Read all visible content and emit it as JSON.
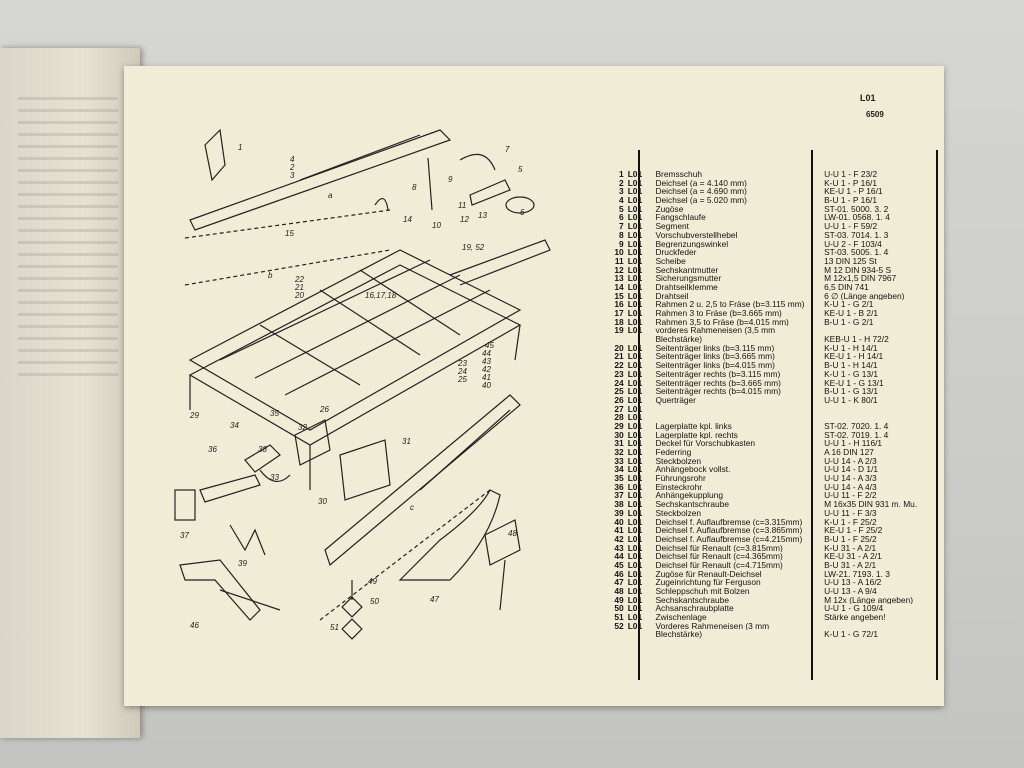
{
  "header": {
    "code": "L01",
    "page_number": "6509"
  },
  "parts": [
    {
      "num": "1",
      "code": "L01",
      "name": "Bremsschuh",
      "ref": "U-U 1 - F 23/2"
    },
    {
      "num": "2",
      "code": "L01",
      "name": "Deichsel          (a = 4.140 mm)",
      "ref": "K-U 1 - P 16/1"
    },
    {
      "num": "3",
      "code": "L01",
      "name": "Deichsel          (a = 4.690 mm)",
      "ref": "KE-U 1 - P 16/1"
    },
    {
      "num": "4",
      "code": "L01",
      "name": "Deichsel          (a = 5.020 mm)",
      "ref": "B-U 1 - P 16/1"
    },
    {
      "num": "5",
      "code": "L01",
      "name": "Zugöse",
      "ref": "ST-01. 5000. 3. 2"
    },
    {
      "num": "6",
      "code": "L01",
      "name": "Fangschlaufe",
      "ref": "LW-01. 0568. 1. 4"
    },
    {
      "num": "7",
      "code": "L01",
      "name": "Segment",
      "ref": "U-U 1 - F 59/2"
    },
    {
      "num": "8",
      "code": "L01",
      "name": "Vorschubverstellhebel",
      "ref": "ST-03. 7014. 1. 3"
    },
    {
      "num": "9",
      "code": "L01",
      "name": "Begrenzungswinkel",
      "ref": "U-U 2 - F 103/4"
    },
    {
      "num": "10",
      "code": "L01",
      "name": "Druckfeder",
      "ref": "ST-03. 5005. 1. 4"
    },
    {
      "num": "11",
      "code": "L01",
      "name": "Scheibe",
      "ref": "13 DIN 125 St"
    },
    {
      "num": "12",
      "code": "L01",
      "name": "Sechskantmutter",
      "ref": "M 12 DIN 934-5 S"
    },
    {
      "num": "13",
      "code": "L01",
      "name": "Sicherungsmutter",
      "ref": "M 12x1,5 DIN 7967"
    },
    {
      "num": "14",
      "code": "L01",
      "name": "Drahtseilklemme",
      "ref": "6,5 DIN 741"
    },
    {
      "num": "15",
      "code": "L01",
      "name": "Drahtseil",
      "ref": "6 ∅ (Länge angeben)"
    },
    {
      "num": "16",
      "code": "L01",
      "name": "Rahmen 2 u. 2,5 to Fräse (b=3.115 mm)",
      "ref": "K-U 1 - G 2/1"
    },
    {
      "num": "17",
      "code": "L01",
      "name": "Rahmen       3 to Fräse (b=3.665 mm)",
      "ref": "KE-U 1 - B 2/1"
    },
    {
      "num": "18",
      "code": "L01",
      "name": "Rahmen     3,5 to Fräse (b=4.015 mm)",
      "ref": "B-U 1 - G 2/1"
    },
    {
      "num": "19",
      "code": "L01",
      "name": "vorderes Rahmeneisen (3,5 mm",
      "ref": ""
    },
    {
      "num": "",
      "code": "",
      "name": "Blechstärke)",
      "ref": "KEB-U 1 - H 72/2"
    },
    {
      "num": "20",
      "code": "L01",
      "name": "Seitenträger links      (b=3.115 mm)",
      "ref": "K-U 1 - H 14/1"
    },
    {
      "num": "21",
      "code": "L01",
      "name": "Seitenträger links      (b=3.665 mm)",
      "ref": "KE-U 1 - H 14/1"
    },
    {
      "num": "22",
      "code": "L01",
      "name": "Seitenträger links      (b=4.015 mm)",
      "ref": "B-U 1 - H 14/1"
    },
    {
      "num": "23",
      "code": "L01",
      "name": "Seitenträger rechts     (b=3.115 mm)",
      "ref": "K-U 1 - G 13/1"
    },
    {
      "num": "24",
      "code": "L01",
      "name": "Seitenträger rechts     (b=3.665 mm)",
      "ref": "KE-U 1 - G 13/1"
    },
    {
      "num": "25",
      "code": "L01",
      "name": "Seitenträger rechts     (b=4.015 mm)",
      "ref": "B-U 1 - G 13/1"
    },
    {
      "num": "26",
      "code": "L01",
      "name": "Querträger",
      "ref": "U-U 1 - K 80/1"
    },
    {
      "num": "27",
      "code": "L01",
      "name": "",
      "ref": ""
    },
    {
      "num": "28",
      "code": "L01",
      "name": "",
      "ref": ""
    },
    {
      "num": "29",
      "code": "L01",
      "name": "Lagerplatte kpl. links",
      "ref": "ST-02. 7020. 1. 4"
    },
    {
      "num": "30",
      "code": "L01",
      "name": "Lagerplatte kpl. rechts",
      "ref": "ST-02. 7019. 1. 4"
    },
    {
      "num": "31",
      "code": "L01",
      "name": "Deckel für Vorschubkasten",
      "ref": "U-U 1 - H 116/1"
    },
    {
      "num": "32",
      "code": "L01",
      "name": "Federring",
      "ref": "A 16 DIN 127"
    },
    {
      "num": "33",
      "code": "L01",
      "name": "Steckbolzen",
      "ref": "U-U 14 - A 2/3"
    },
    {
      "num": "34",
      "code": "L01",
      "name": "Anhängebock vollst.",
      "ref": "U-U 14 - D 1/1"
    },
    {
      "num": "35",
      "code": "L01",
      "name": "Führungsrohr",
      "ref": "U-U 14 - A 3/3"
    },
    {
      "num": "36",
      "code": "L01",
      "name": "Einsteckrohr",
      "ref": "U-U 14 - A 4/3"
    },
    {
      "num": "37",
      "code": "L01",
      "name": "Anhängekupplung",
      "ref": "U-U 11 - F 2/2"
    },
    {
      "num": "38",
      "code": "L01",
      "name": "Sechskantschraube",
      "ref": "M 16x35 DIN 931 m. Mu."
    },
    {
      "num": "39",
      "code": "L01",
      "name": "Steckbolzen",
      "ref": "U-U 11 - F 3/3"
    },
    {
      "num": "40",
      "code": "L01",
      "name": "Deichsel f. Auflaufbremse (c=3.315mm)",
      "ref": "K-U 1 - F 25/2"
    },
    {
      "num": "41",
      "code": "L01",
      "name": "Deichsel f. Auflaufbremse (c=3.865mm)",
      "ref": "KE-U 1 - F 25/2"
    },
    {
      "num": "42",
      "code": "L01",
      "name": "Deichsel f. Auflaufbremse (c=4.215mm)",
      "ref": "B-U 1 - F 25/2"
    },
    {
      "num": "43",
      "code": "L01",
      "name": "Deichsel  für  Renault    (c=3.815mm)",
      "ref": "K-U 31 - A 2/1"
    },
    {
      "num": "44",
      "code": "L01",
      "name": "Deichsel  für  Renault    (c=4.365mm)",
      "ref": "KE-U 31 - A 2/1"
    },
    {
      "num": "45",
      "code": "L01",
      "name": "Deichsel  für  Renault    (c=4.715mm)",
      "ref": "B-U 31 - A 2/1"
    },
    {
      "num": "46",
      "code": "L01",
      "name": "Zugöse für Renault-Deichsel",
      "ref": "LW-21. 7193. 1. 3"
    },
    {
      "num": "47",
      "code": "L01",
      "name": "Zugeinrichtung für Ferguson",
      "ref": "U-U 13 - A 16/2"
    },
    {
      "num": "48",
      "code": "L01",
      "name": "Schleppschuh mit Bolzen",
      "ref": "U-U 13 - A 9/4"
    },
    {
      "num": "49",
      "code": "L01",
      "name": "Sechskantschraube",
      "ref": "M 12x (Länge angeben)"
    },
    {
      "num": "50",
      "code": "L01",
      "name": "Achsanschraubplatte",
      "ref": "U-U 1 - G 109/4"
    },
    {
      "num": "51",
      "code": "L01",
      "name": "Zwischenlage",
      "ref": "Stärke angeben!"
    },
    {
      "num": "52",
      "code": "L01",
      "name": "Vorderes Rahmeneisen (3 mm",
      "ref": ""
    },
    {
      "num": "",
      "code": "",
      "name": "Blechstärke)",
      "ref": "K-U 1 - G 72/1"
    }
  ],
  "drawing_labels": [
    {
      "id": "lbl-1",
      "text": "1"
    },
    {
      "id": "lbl-2",
      "text": "4"
    },
    {
      "id": "lbl-3",
      "text": "2"
    },
    {
      "id": "lbl-4",
      "text": "3"
    },
    {
      "id": "lbl-5",
      "text": "7"
    },
    {
      "id": "lbl-6",
      "text": "5"
    },
    {
      "id": "lbl-7",
      "text": "6"
    },
    {
      "id": "lbl-8",
      "text": "8"
    },
    {
      "id": "lbl-9",
      "text": "9"
    },
    {
      "id": "lbl-10",
      "text": "10"
    },
    {
      "id": "lbl-11",
      "text": "11"
    },
    {
      "id": "lbl-12",
      "text": "12"
    },
    {
      "id": "lbl-13",
      "text": "13"
    },
    {
      "id": "lbl-14",
      "text": "14"
    },
    {
      "id": "lbl-15",
      "text": "15"
    },
    {
      "id": "lbl-a",
      "text": "a"
    },
    {
      "id": "lbl-b",
      "text": "b"
    },
    {
      "id": "lbl-c",
      "text": "c"
    },
    {
      "id": "lbl-19",
      "text": "19, 52"
    },
    {
      "id": "lbl-22",
      "text": "22"
    },
    {
      "id": "lbl-21",
      "text": "21"
    },
    {
      "id": "lbl-20",
      "text": "20"
    },
    {
      "id": "lbl-16",
      "text": "16,17,18"
    },
    {
      "id": "lbl-45",
      "text": "45"
    },
    {
      "id": "lbl-44",
      "text": "44"
    },
    {
      "id": "lbl-43",
      "text": "43"
    },
    {
      "id": "lbl-42",
      "text": "42"
    },
    {
      "id": "lbl-41",
      "text": "41"
    },
    {
      "id": "lbl-40",
      "text": "40"
    },
    {
      "id": "lbl-23",
      "text": "23"
    },
    {
      "id": "lbl-24",
      "text": "24"
    },
    {
      "id": "lbl-25",
      "text": "25"
    },
    {
      "id": "lbl-26",
      "text": "26"
    },
    {
      "id": "lbl-29",
      "text": "29"
    },
    {
      "id": "lbl-35",
      "text": "35"
    },
    {
      "id": "lbl-32",
      "text": "32"
    },
    {
      "id": "lbl-34",
      "text": "34"
    },
    {
      "id": "lbl-38",
      "text": "38"
    },
    {
      "id": "lbl-36",
      "text": "36"
    },
    {
      "id": "lbl-33",
      "text": "33"
    },
    {
      "id": "lbl-31",
      "text": "31"
    },
    {
      "id": "lbl-30",
      "text": "30"
    },
    {
      "id": "lbl-37",
      "text": "37"
    },
    {
      "id": "lbl-39",
      "text": "39"
    },
    {
      "id": "lbl-46",
      "text": "46"
    },
    {
      "id": "lbl-49",
      "text": "49"
    },
    {
      "id": "lbl-50",
      "text": "50"
    },
    {
      "id": "lbl-51",
      "text": "51"
    },
    {
      "id": "lbl-47",
      "text": "47"
    },
    {
      "id": "lbl-48",
      "text": "48"
    }
  ]
}
